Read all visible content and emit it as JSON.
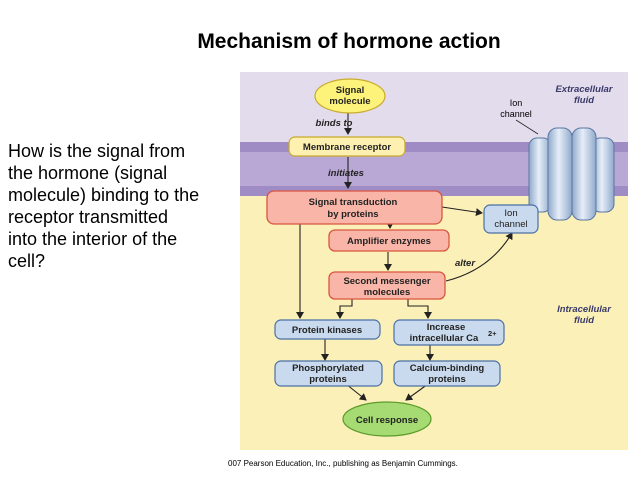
{
  "title": "Mechanism of hormone action",
  "question": [
    "How is the signal from",
    "the hormone (signal",
    "molecule) binding to the",
    "receptor transmitted",
    "into the interior of the",
    "cell?"
  ],
  "diagram": {
    "regions": {
      "extracellular": [
        "Extracellular",
        "fluid"
      ],
      "intracellular": [
        "Intracellular",
        "fluid"
      ]
    },
    "nodes": {
      "signal_molecule": [
        "Signal",
        "molecule"
      ],
      "membrane_receptor": "Membrane receptor",
      "signal_transduction": [
        "Signal transduction",
        "by proteins"
      ],
      "amplifier_enzymes": "Amplifier enzymes",
      "second_messenger": [
        "Second messenger",
        "molecules"
      ],
      "protein_kinases": "Protein kinases",
      "increase_ca": [
        "Increase",
        "intracellular Ca"
      ],
      "ca_superscript": "2+",
      "phosphorylated_proteins": [
        "Phosphorylated",
        "proteins"
      ],
      "calcium_binding_proteins": [
        "Calcium-binding",
        "proteins"
      ],
      "cell_response": "Cell response",
      "ion_channel_top": [
        "Ion",
        "channel"
      ],
      "ion_channel_mid": [
        "Ion",
        "channel"
      ]
    },
    "edge_labels": {
      "binds_to": "binds to",
      "initiates": "initiates",
      "alter": "alter"
    },
    "colors": {
      "extracellular_bg": "#e2dcec",
      "membrane": "#a08cc4",
      "intracellular_bg": "#fbf1b8",
      "signal_fill": "#fdf27a",
      "protein_fill": "#f9b6a8",
      "protein_stroke": "#d9553f",
      "blue_fill": "#c9daee",
      "blue_stroke": "#4a6fa5",
      "response_fill": "#a6db73",
      "channel_fill": "#c8d6ea"
    }
  },
  "credit": "007 Pearson Education, Inc., publishing as Benjamin Cummings."
}
